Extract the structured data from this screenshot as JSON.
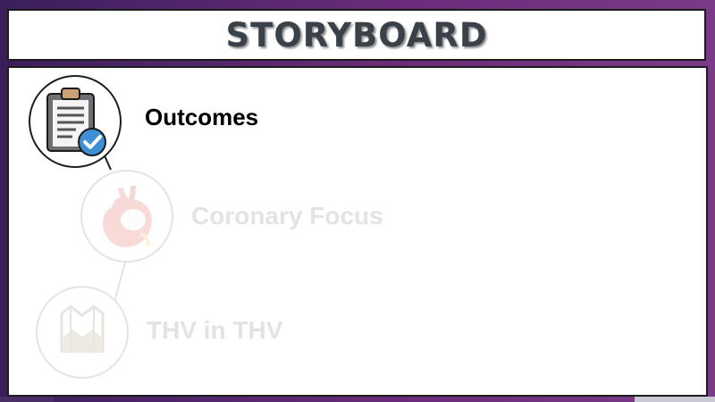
{
  "slide": {
    "title": "STORYBOARD",
    "steps": [
      {
        "label": "Outcomes",
        "icon": "clipboard-check-icon",
        "state": "active"
      },
      {
        "label": "Coronary Focus",
        "icon": "heart-icon",
        "state": "inactive"
      },
      {
        "label": "THV in THV",
        "icon": "valve-icon",
        "state": "inactive"
      }
    ]
  },
  "colors": {
    "frame": "#6a2c7a",
    "title_text": "#3a4149",
    "active_text": "#000000",
    "inactive_text": "#e3e3e3"
  }
}
